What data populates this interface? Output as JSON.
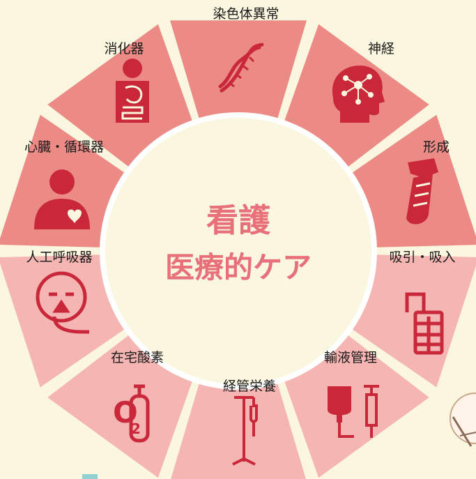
{
  "center": {
    "line1": "看護",
    "line2": "医療的ケア"
  },
  "segments": [
    {
      "id": "chromosome",
      "label": "染色体異常",
      "icon": "dna-icon",
      "color": "#ec8b86"
    },
    {
      "id": "nerve",
      "label": "神経",
      "icon": "brain-icon",
      "color": "#ec8b86"
    },
    {
      "id": "plastic",
      "label": "形成",
      "icon": "arm-cast-icon",
      "color": "#ec8b86"
    },
    {
      "id": "suction",
      "label": "吸引・吸入",
      "icon": "suction-bottle-icon",
      "color": "#f5b5b3"
    },
    {
      "id": "infusion",
      "label": "輸液管理",
      "icon": "iv-syringe-icon",
      "color": "#f5b5b3"
    },
    {
      "id": "tube",
      "label": "経管栄養",
      "icon": "feeding-tube-stand-icon",
      "color": "#f5b5b3"
    },
    {
      "id": "oxygen",
      "label": "在宅酸素",
      "icon": "oxygen-tank-icon",
      "color": "#f5b5b3"
    },
    {
      "id": "ventilator",
      "label": "人工呼吸器",
      "icon": "mask-face-icon",
      "color": "#f5b5b3"
    },
    {
      "id": "cardio",
      "label": "心臓・循環器",
      "icon": "heart-person-icon",
      "color": "#ec8b86"
    },
    {
      "id": "digestive",
      "label": "消化器",
      "icon": "stomach-body-icon",
      "color": "#ec8b86"
    }
  ],
  "colors": {
    "icon": "#c8283a",
    "center_text": "#e7707a",
    "background": "#fbf6df",
    "center_fill": "#fbf6df"
  }
}
